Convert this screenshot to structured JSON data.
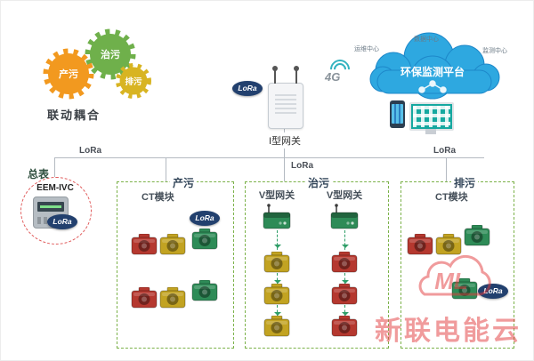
{
  "colors": {
    "accent_green": "#7cb24a",
    "brand_blue": "#2ea8e0",
    "lora_navy": "#22406e",
    "watermark_red": "#e23a3c",
    "module_red": "#b5382f",
    "module_yellow": "#c2a322",
    "module_green": "#2e8b57",
    "gear_orange": "#f2991f",
    "gear_green": "#6fb04b",
    "gear_yellow": "#d8b422"
  },
  "gears": {
    "caption": "联动耦合",
    "items": [
      {
        "label": "产污"
      },
      {
        "label": "治污"
      },
      {
        "label": "排污"
      }
    ]
  },
  "gateway": {
    "label": "I型网关",
    "lora_badge": "LoRa",
    "network_badge": "4G"
  },
  "cloud": {
    "title": "环保监测平台",
    "node_top": "数据中心",
    "node_left": "运维中心",
    "node_right": "监测中心"
  },
  "bus": {
    "lora_left": "LoRa",
    "lora_center": "LoRa",
    "lora_right": "LoRa"
  },
  "meter": {
    "group_label": "总表",
    "device_label": "EEM-IVC",
    "lora_badge": "LoRa"
  },
  "zones": {
    "produce": {
      "label": "产污",
      "module_label": "CT模块",
      "lora_badge": "LoRa"
    },
    "treat": {
      "label": "治污",
      "gateway_a": "V型网关",
      "gateway_b": "V型网关"
    },
    "discharge": {
      "label": "排污",
      "module_label": "CT模块",
      "lora_badge": "LoRa"
    }
  },
  "watermark": {
    "logo": "ML",
    "text": "新联电能云"
  }
}
